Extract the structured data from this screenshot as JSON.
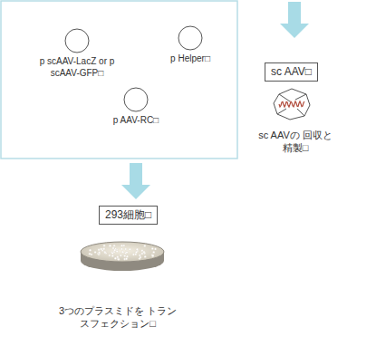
{
  "diagram": {
    "nodes": [
      {
        "text": [
          "p scAAV-LacZ or p scAAV-GFP□"
        ]
      },
      {
        "text": [
          "p Helper□"
        ]
      },
      {
        "text": [
          "p AAV-RC□"
        ]
      },
      {
        "text": [
          "293細胞□"
        ]
      },
      {
        "text": [
          "sc AAV□"
        ]
      }
    ],
    "labels": [
      "3つのプラスミドを トランスフェクション□",
      "sc AAVの 回収と精製□"
    ]
  }
}
